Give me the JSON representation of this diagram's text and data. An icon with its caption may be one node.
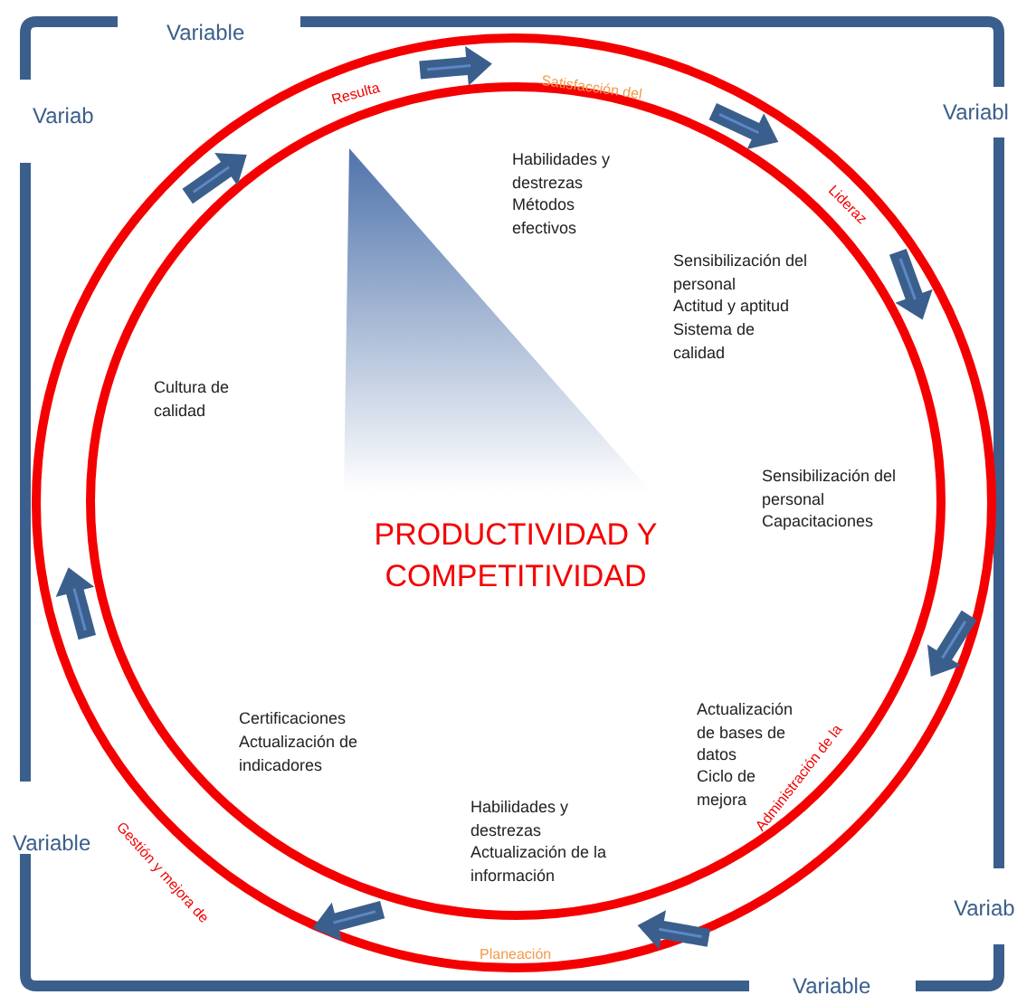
{
  "diagram": {
    "labels": [
      "Variable",
      "Variab",
      "Variabl",
      "Resulta",
      "Satisfacción del",
      "Habilidades y destrezas",
      "Métodos efectivos",
      "Lideraz",
      "Sensibilización del personal",
      "Actitud y aptitud",
      "Sistema de calidad",
      "Cultura de calidad",
      "Sensibilización del personal",
      "Capacitaciones",
      "PRODUCTIVIDAD Y COMPETITIVIDAD",
      "Certificaciones",
      "Actualización de indicadores",
      "Actualización de bases de datos",
      "Ciclo de mejora",
      "Habilidades y destrezas",
      "Actualización de la información",
      "Gestión y mejora de",
      "Administración de la",
      "Variable",
      "Variab",
      "Planeación",
      "Variable"
    ]
  }
}
